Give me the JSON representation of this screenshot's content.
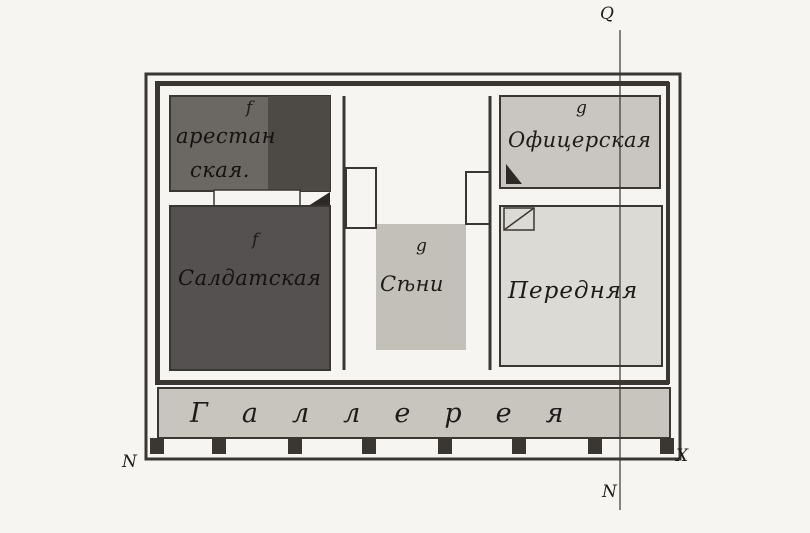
{
  "plan": {
    "colors": {
      "paper": "#f6f5f1",
      "wall": "#3a3632",
      "arrest_room": "#6b6762",
      "soldier_room": "#545150",
      "entry_hall": "#c3c0ba",
      "officer_room": "#c9c6c1",
      "front_room": "#dcdad5",
      "gallery": "#c8c5bf"
    },
    "rooms": {
      "arrest": {
        "letter": "f",
        "line1": "арестан",
        "line2": "ская."
      },
      "soldier": {
        "letter": "f",
        "name": "Салдатская"
      },
      "entry": {
        "letter": "g",
        "name": "Сѣни"
      },
      "officer": {
        "letter": "g",
        "name": "Офицерская"
      },
      "front": {
        "name": "Передняя"
      },
      "gallery": {
        "name": "Галлерея"
      }
    },
    "axis_marks": {
      "top": "Q",
      "bottom": "N",
      "left": "N",
      "right": "X"
    }
  }
}
